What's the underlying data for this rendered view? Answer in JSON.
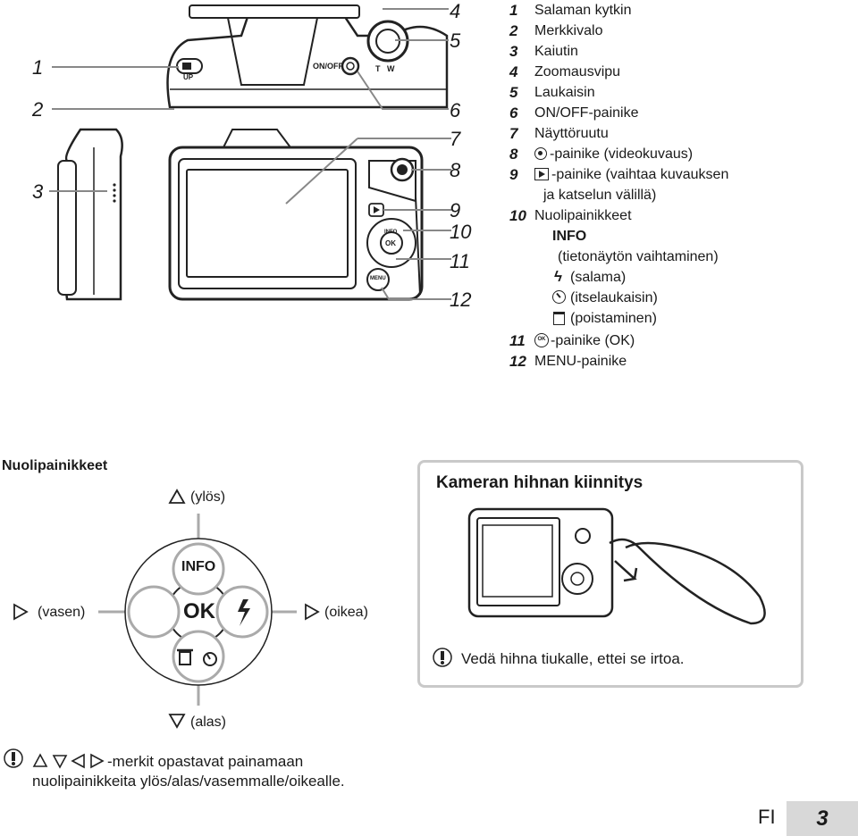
{
  "legend": [
    {
      "num": "1",
      "text": "Salaman kytkin"
    },
    {
      "num": "2",
      "text": "Merkkivalo"
    },
    {
      "num": "3",
      "text": "Kaiutin"
    },
    {
      "num": "4",
      "text": "Zoomausvipu"
    },
    {
      "num": "5",
      "text": "Laukaisin"
    },
    {
      "num": "6",
      "text": "ON/OFF-painike"
    },
    {
      "num": "7",
      "text": "Näyttöruutu"
    },
    {
      "num": "8",
      "text": "-painike (videokuvaus)"
    },
    {
      "num": "9",
      "text": "-painike (vaihtaa kuvauksen"
    },
    {
      "num": "",
      "text": "ja katselun välillä)"
    },
    {
      "num": "10",
      "text": "Nuolipainikkeet"
    },
    {
      "num": "",
      "text": "INFO"
    },
    {
      "num": "",
      "text": "(tietonäytön vaihtaminen)"
    },
    {
      "num": "",
      "text": "(salama)"
    },
    {
      "num": "",
      "text": "(itselaukaisin)"
    },
    {
      "num": "",
      "text": "(poistaminen)"
    },
    {
      "num": "11",
      "text": "-painike (OK)"
    },
    {
      "num": "12",
      "text": "MENU-painike"
    }
  ],
  "callouts": {
    "c1": "1",
    "c2": "2",
    "c3": "3",
    "c4": "4",
    "c5": "5",
    "c6": "6",
    "c7": "7",
    "c8": "8",
    "c9": "9",
    "c10": "10",
    "c11": "11",
    "c12": "12"
  },
  "camera_labels": {
    "flash_switch": "UP",
    "on_off": "ON/OFF",
    "zoom": "T   W",
    "info": "INFO",
    "ok": "OK",
    "menu": "MENU"
  },
  "arrow_section": {
    "title": "Nuolipainikkeet",
    "up": "(ylös)",
    "down": "(alas)",
    "left": "(vasen)",
    "right": "(oikea)",
    "info": "INFO",
    "ok": "OK"
  },
  "strap": {
    "title": "Kameran hihnan kiinnitys",
    "note": "Vedä hihna tiukalle, ettei se irtoa."
  },
  "bottom_note": {
    "line1": "-merkit opastavat painamaan",
    "line2": "nuolipainikkeita ylös/alas/vasemmalle/oikealle."
  },
  "footer": {
    "lang": "FI",
    "page": "3"
  }
}
